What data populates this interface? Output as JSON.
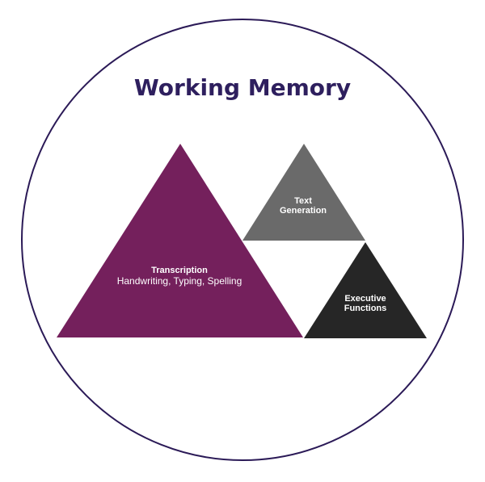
{
  "diagram": {
    "title": "Working Memory",
    "transcription": {
      "heading": "Transcription",
      "subheading": "Handwriting, Typing, Spelling"
    },
    "text_generation": {
      "line1": "Text",
      "line2": "Generation"
    },
    "executive_functions": {
      "line1": "Executive",
      "line2": "Functions"
    }
  },
  "colors": {
    "circle_stroke": "#2b1a57",
    "title_text": "#2e1f5e",
    "transcription_fill": "#74205c",
    "text_generation_fill": "#6a6a6a",
    "executive_functions_fill": "#262626",
    "label_text": "#ffffff"
  }
}
